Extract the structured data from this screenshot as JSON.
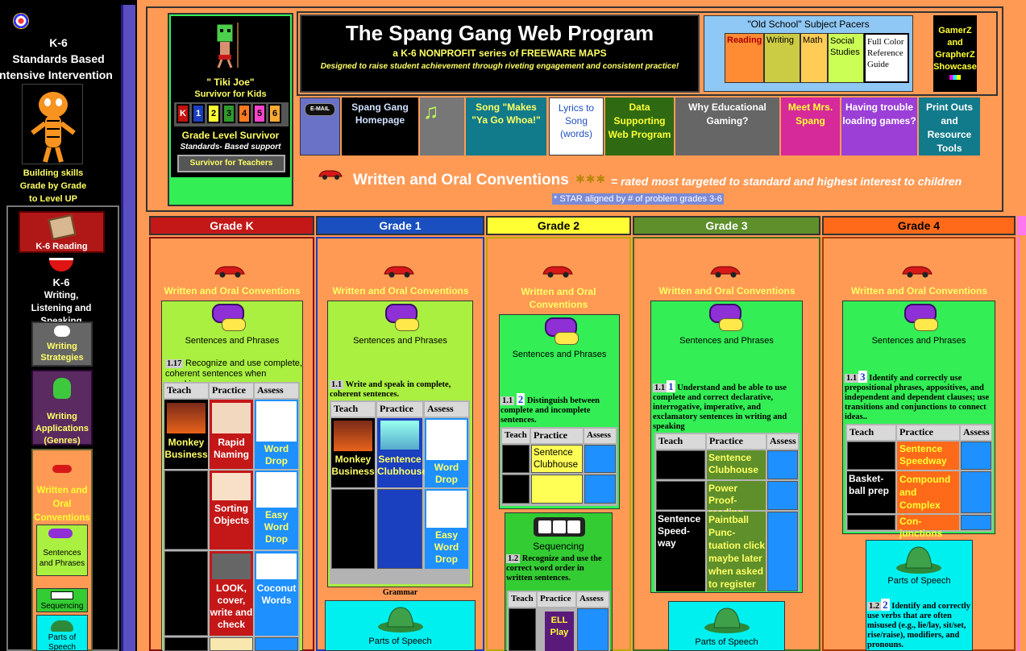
{
  "colors": {
    "orange": "#ff9a55",
    "green": "#33ee55",
    "lime": "#aaf040",
    "cyan": "#00f0f0",
    "blue": "#1e90ff",
    "purple": "#6a2ad0"
  },
  "left_panel": {
    "grade_range": "K-6",
    "line1": "Standards Based",
    "line2": "Intensive Intervention",
    "building": "Building skills",
    "grade_by": "Grade by Grade",
    "level_up": "to Level UP"
  },
  "left_nav": {
    "reading": "K-6 Reading",
    "writing_title": "K-6",
    "writing_sub": "Writing, Listening and Speaking",
    "strategies": "Writing Strategies",
    "applications": "Writing Applications (Genres)",
    "conventions": "Written and Oral Conventions",
    "sentences": "Sentences and Phrases",
    "sequencing": "Sequencing",
    "parts": "Parts of Speech"
  },
  "tiki": {
    "name": "\" Tiki Joe\"",
    "survivor": "Survivor for Kids",
    "grades": [
      "K",
      "1",
      "2",
      "3",
      "4",
      "5",
      "6"
    ],
    "grade_colors": [
      "#c41010",
      "#1a3fbf",
      "#ffff33",
      "#2f9a2a",
      "#ff7a20",
      "#ff44cc",
      "#ffaa33"
    ],
    "grade_text": [
      "#fff",
      "#fff",
      "#000",
      "#000",
      "#000",
      "#000",
      "#000"
    ],
    "level": "Grade Level Survivor",
    "support": "Standards- Based support",
    "teachers": "Survivor for Teachers"
  },
  "banner": {
    "title": "The Spang Gang Web Program",
    "sub": "a K-6 NONPROFIT series of FREEWARE MAPS",
    "tagline": "Designed to raise student achievement through riveting engagement and consistent practice!"
  },
  "pacers": {
    "title": "\"Old School\"  Subject Pacers",
    "items": [
      "Reading",
      "Writing",
      "Math",
      "Social Studies",
      "Full Color Reference Guide"
    ]
  },
  "gamerz": {
    "line1": "GamerZ",
    "line2": "and",
    "line3": "GrapherZ",
    "line4": "Showcase"
  },
  "nav": {
    "email": "E-MAIL",
    "homepage": "Spang Gang Homepage",
    "song": "Song \"Makes \"Ya Go Whoa!\"",
    "lyrics": "Lyrics to Song (words)",
    "data": "Data Supporting Web Program",
    "why": "Why Educational Gaming?",
    "meet": "Meet Mrs. Spang",
    "trouble": "Having trouble loading games?",
    "printouts": "Print Outs and Resource Tools"
  },
  "conventions": {
    "title": "Written and Oral Conventions",
    "rated": "= rated most targeted to standard and highest interest to children",
    "star": "* STAR aligned by # of problem grades 3-6"
  },
  "grades": {
    "k": "Grade K",
    "g1": "Grade 1",
    "g2": "Grade 2",
    "g3": "Grade 3",
    "g4": "Grade 4"
  },
  "cols": {
    "woc": "Written and Oral Conventions",
    "sp": "Sentences and Phrases",
    "teach": "Teach",
    "practice": "Practice",
    "assess": "Assess",
    "grammar": "Grammar",
    "parts": "Parts of Speech",
    "sequencing": "Sequencing"
  },
  "gk": {
    "std_num": "1.17",
    "std": "Recognize and use complete, coherent sentences when speaking.",
    "monkey": "Monkey Business",
    "rapid": "Rapid Naming",
    "word_drop": "Word Drop",
    "sorting": "Sorting Objects",
    "easy": "Easy Word Drop",
    "look": "LOOK, cover, write and check",
    "coconut": "Coconut Words"
  },
  "g1": {
    "std_num": "1.1",
    "std": "Write and speak in complete, coherent sentences.",
    "monkey": "Monkey Business",
    "clubhouse": "Sentence Clubhouse",
    "word_drop": "Word Drop",
    "easy": "Easy Word Drop"
  },
  "g2": {
    "std_num": "1.1",
    "star": "2",
    "std": "Distinguish between complete and incomplete sentences.",
    "clubhouse": "Sentence Clubhouse",
    "seq_num": "1.2",
    "seq_std": "Recognize and use the correct word order in written sentences.",
    "ell": "ELL Play"
  },
  "g3": {
    "std_num": "1.1",
    "star": "1",
    "std": "Understand and be able to use complete and correct declarative, interrogative, imperative, and exclamatory sentences in writing and speaking",
    "clubhouse": "Sentence Clubhouse",
    "power": "Power Proof-reading",
    "speedway": "Sentence Speed-way",
    "paintball": "Paintball Punc-tuation click maybe later when asked to register"
  },
  "g4": {
    "std_num": "1.1",
    "star": "3",
    "std": "Identify and correctly use prepositional phrases, appositives, and independent and dependent clauses; use transitions and conjunctions to connect ideas..",
    "speedway": "Sentence Speedway",
    "basketball": "Basket-ball prep",
    "compound": "Compound and Complex Sentences",
    "conjunctions": "Con-junctions",
    "pos_num": "1.2",
    "pos_star": "2",
    "pos_std": "Identify and correctly use verbs that are often misused (e.g., lie/lay, sit/set, rise/raise), modifiers, and pronouns."
  }
}
